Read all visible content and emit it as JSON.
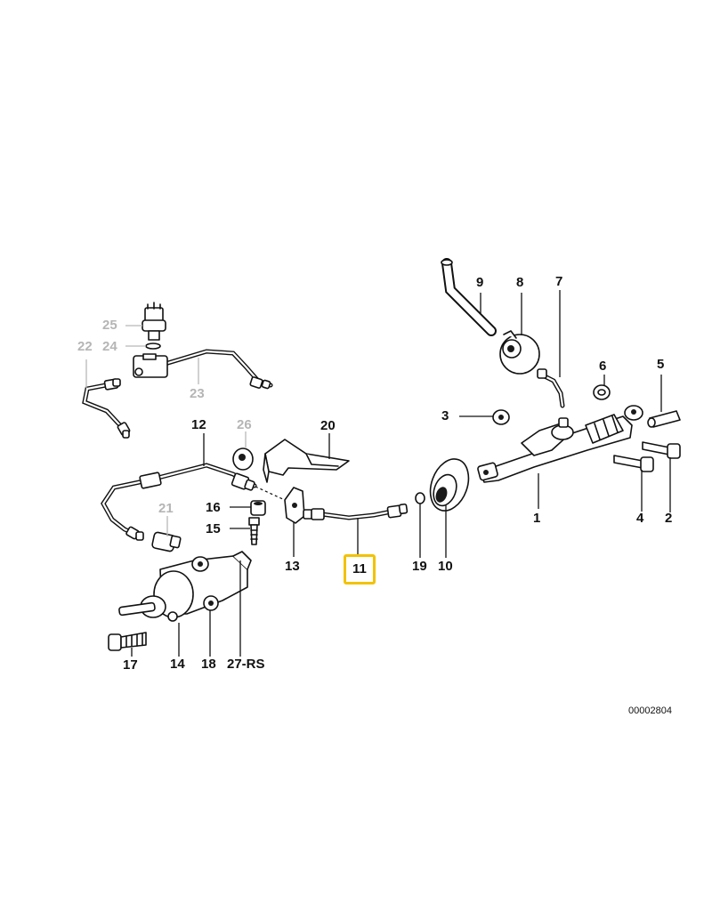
{
  "labels": {
    "c1": "1",
    "c2": "2",
    "c3": "3",
    "c4": "4",
    "c5": "5",
    "c6": "6",
    "c7": "7",
    "c8": "8",
    "c9": "9",
    "c10": "10",
    "c11": "11",
    "c12": "12",
    "c13": "13",
    "c14": "14",
    "c15": "15",
    "c16": "16",
    "c17": "17",
    "c18": "18",
    "c19": "19",
    "c20": "20",
    "c21": "21",
    "c22": "22",
    "c23": "23",
    "c24": "24",
    "c25": "25",
    "c26": "26",
    "c27": "27-RS"
  },
  "diagram_id": "00002804",
  "colors": {
    "ink": "#111111",
    "inactive_label": "#b5b5b5",
    "highlight": "#f2c200"
  },
  "highlighted_part": "11",
  "inactive_parts": [
    "21",
    "22",
    "23",
    "24",
    "25",
    "26"
  ]
}
